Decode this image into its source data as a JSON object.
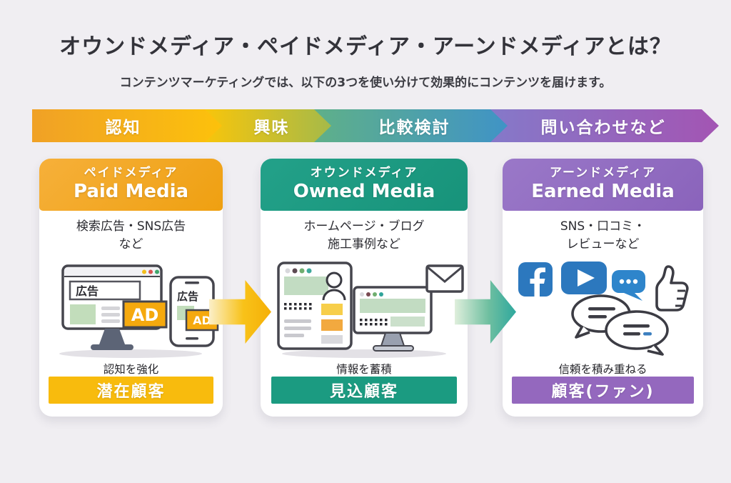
{
  "page": {
    "title": "オウンドメディア・ペイドメディア・アーンドメディアとは？",
    "subtitle": "コンテンツマーケティングでは、以下の3つを使い分けて効果的にコンテンツを届けます。"
  },
  "funnel": {
    "stages": [
      {
        "label": "認知",
        "color_start": "#F0A126",
        "color_end": "#FDC30A"
      },
      {
        "label": "興味",
        "color_start": "#F8C50B",
        "color_end": "#9FB94E"
      },
      {
        "label": "比較検討",
        "color_start": "#5FB089",
        "color_end": "#3E92C9"
      },
      {
        "label": "問い合わせなど",
        "color_start": "#8579C9",
        "color_end": "#A355B3"
      }
    ]
  },
  "cards": [
    {
      "header_jp": "ペイドメディア",
      "header_en": "Paid Media",
      "desc_line1": "検索広告・SNS広告",
      "desc_line2": "など",
      "effect": "認知を強化",
      "audience": "潜在顧客",
      "accent_color": "#EFA011",
      "badge_color": "#F8BB0D",
      "art": {
        "monitor_ad_label": "広告",
        "monitor_ad_badge": "AD",
        "phone_ad_label": "広告",
        "phone_ad_badge": "AD"
      }
    },
    {
      "header_jp": "オウンドメディア",
      "header_en": "Owned Media",
      "desc_line1": "ホームページ・ブログ",
      "desc_line2": "施工事例など",
      "effect": "情報を蓄積",
      "audience": "見込顧客",
      "accent_color": "#17937A",
      "badge_color": "#1B9B81"
    },
    {
      "header_jp": "アーンドメディア",
      "header_en": "Earned Media",
      "desc_line1": "SNS・口コミ・",
      "desc_line2": "レビューなど",
      "effect": "信頼を積み重ねる",
      "audience": "顧客(ファン)",
      "accent_color": "#8A63BB",
      "badge_color": "#9468BE"
    }
  ],
  "colors": {
    "background": "#F0EEF2",
    "arrow_paid_to_owned": "#F5AF07",
    "arrow_owned_to_earned": "#2EA89E",
    "social_icon_blue": "#2C78BE"
  }
}
